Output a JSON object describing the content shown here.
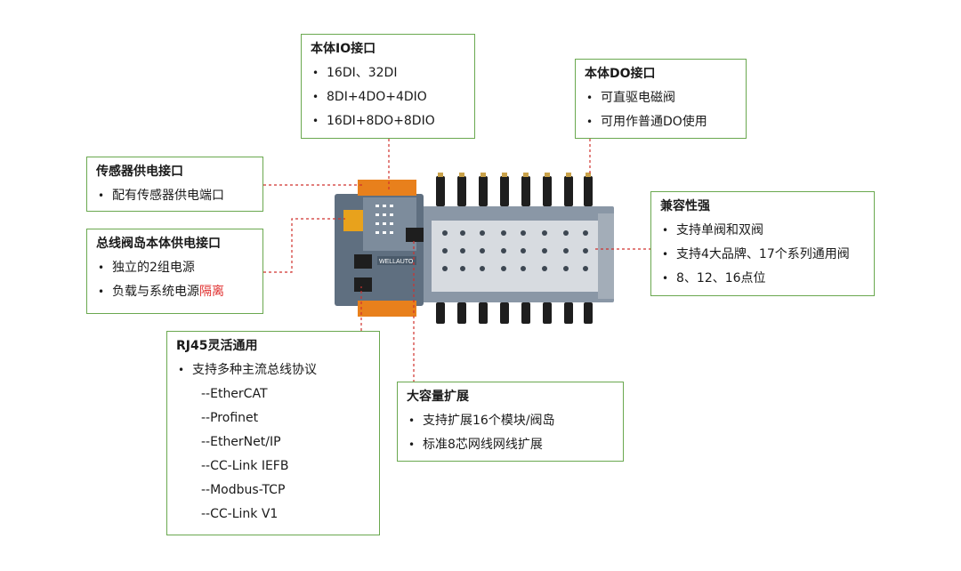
{
  "colors": {
    "box_border": "#6aa84f",
    "leader_line": "#d0312d",
    "highlight_text": "#e0302f",
    "device_body": "#6b7c8e",
    "terminal_orange": "#e8801c",
    "connector_black": "#1e1e1e",
    "manifold_gray": "#c9ced4"
  },
  "boxes": {
    "body_io": {
      "title": "本体IO接口",
      "items": [
        "16DI、32DI",
        "8DI+4DO+4DIO",
        "16DI+8DO+8DIO"
      ]
    },
    "body_do": {
      "title": "本体DO接口",
      "items": [
        "可直驱电磁阀",
        "可用作普通DO使用"
      ]
    },
    "sensor_power": {
      "title": "传感器供电接口",
      "items": [
        "配有传感器供电端口"
      ]
    },
    "bus_power": {
      "title": "总线阀岛本体供电接口",
      "items": [
        "独立的2组电源",
        "负载与系统电源"
      ],
      "highlight": "隔离"
    },
    "compat": {
      "title": "兼容性强",
      "items": [
        "支持单阀和双阀",
        "支持4大品牌、17个系列通用阀",
        "8、12、16点位"
      ]
    },
    "rj45": {
      "title": "RJ45灵活通用",
      "bullet": "支持多种主流总线协议",
      "protocols": [
        "--EtherCAT",
        "--Profinet",
        "--EtherNet/IP",
        "--CC-Link IEFB",
        "--Modbus-TCP",
        "--CC-Link V1"
      ]
    },
    "expand": {
      "title": "大容量扩展",
      "items": [
        "支持扩展16个模块/阀岛",
        "标准8芯网线网线扩展"
      ]
    }
  },
  "device": {
    "brand": "WELLAUTO"
  }
}
